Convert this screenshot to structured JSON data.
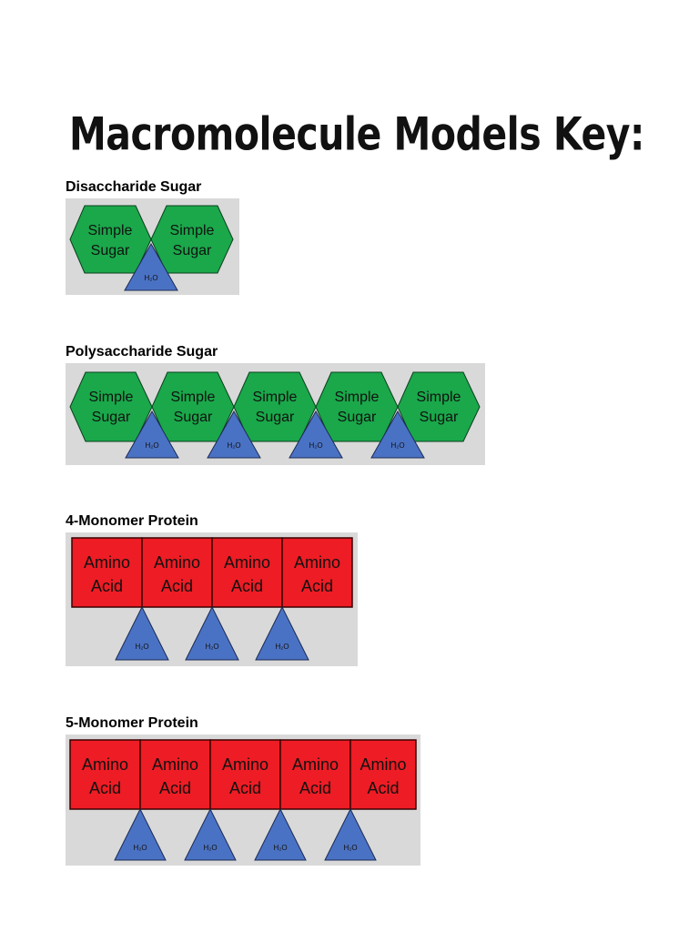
{
  "title": "Macromolecule Models Key:",
  "sections": [
    {
      "label": "Disaccharide Sugar",
      "monomer": {
        "line1": "Simple",
        "line2": "Sugar"
      },
      "monomer_count": 2,
      "water": "H₂O"
    },
    {
      "label": "Polysaccharide Sugar",
      "monomer": {
        "line1": "Simple",
        "line2": "Sugar"
      },
      "monomer_count": 5,
      "water": "H₂O"
    },
    {
      "label": "4-Monomer Protein",
      "monomer": {
        "line1": "Amino",
        "line2": "Acid"
      },
      "monomer_count": 4,
      "water": "H₂O"
    },
    {
      "label": "5-Monomer Protein",
      "monomer": {
        "line1": "Amino",
        "line2": "Acid"
      },
      "monomer_count": 5,
      "water": "H₂O"
    }
  ],
  "colors": {
    "sugar": "#1aa84a",
    "amino_acid": "#ee1c24",
    "water": "#4a72c4",
    "panel": "#d9d9d9"
  },
  "icons": {
    "sugar": "hexagon-icon",
    "amino_acid": "rectangle-icon",
    "water": "triangle-icon"
  }
}
